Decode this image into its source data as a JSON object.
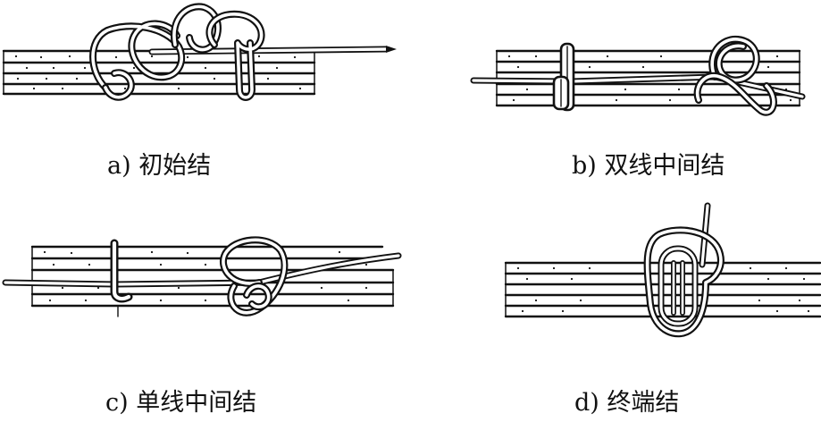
{
  "figure": {
    "panels": [
      {
        "id": "a",
        "caption": "a) 初始结"
      },
      {
        "id": "b",
        "caption": "b) 双线中间结"
      },
      {
        "id": "c",
        "caption": "c) 单线中间结"
      },
      {
        "id": "d",
        "caption": "d) 终端结"
      }
    ]
  },
  "colors": {
    "ink": "#111111",
    "paper": "#ffffff"
  }
}
